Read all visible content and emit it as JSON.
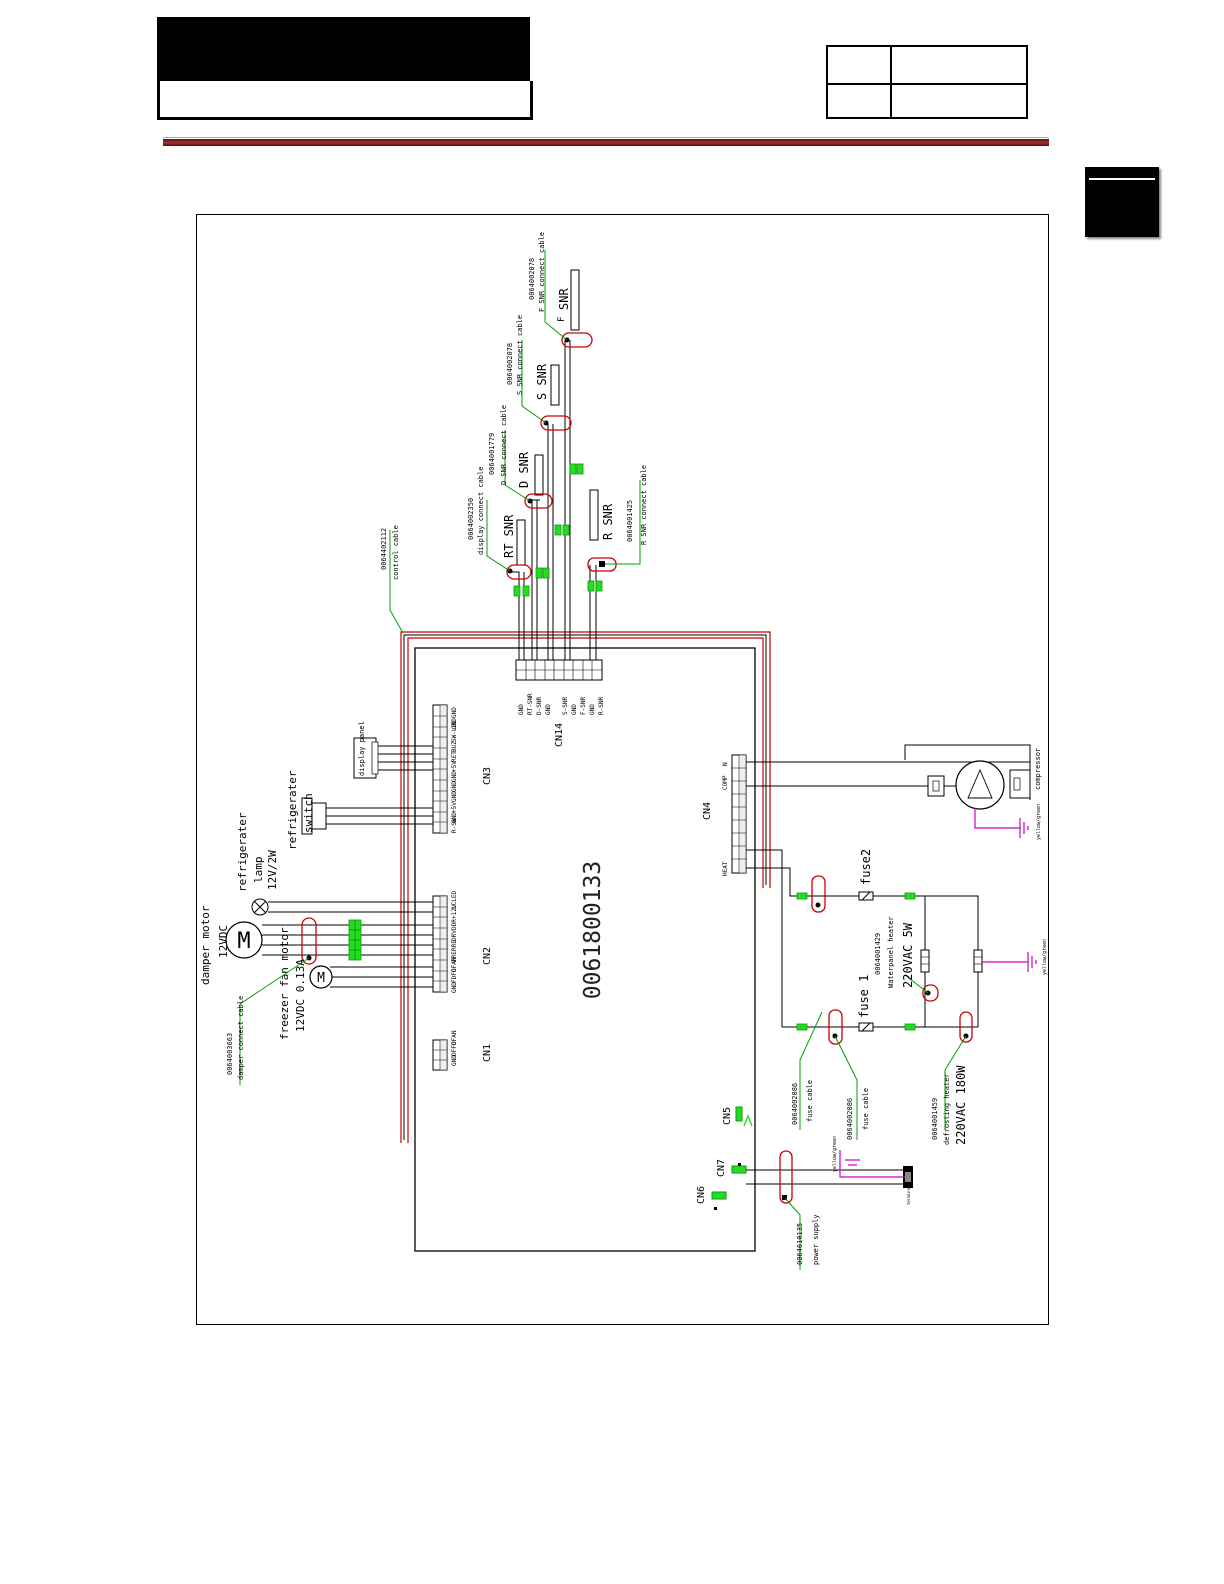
{
  "diagram": {
    "board_id": "0061800133",
    "connectors": {
      "cn1": "CN1",
      "cn2": "CN2",
      "cn3": "CN3",
      "cn4": "CN4",
      "cn5": "CN5",
      "cn6": "CN6",
      "cn7": "CN7",
      "cn14": "CN14"
    },
    "cn14_pins": [
      "GND",
      "RT-SNR",
      "D-SNR",
      "GND",
      "S-SNR",
      "GND",
      "F-SNR",
      "GND",
      "R-SNR"
    ],
    "cn3_pins": [
      "GND",
      "GND",
      "SW-LED",
      "BUZ",
      "RET",
      "+5V",
      "GND",
      "GND",
      "GND",
      "+5V",
      "GND",
      "R-SW"
    ],
    "cn2_pins": [
      "LCLED",
      "+12V",
      "DDR",
      "DRV",
      "RRE",
      "FRE",
      "DFAN",
      "FDFG",
      "GND"
    ],
    "cn1_pins": [
      "DFAN",
      "DFFG",
      "GND"
    ],
    "cn4_pins": [
      "N",
      "COMP",
      "",
      "",
      "",
      "",
      "",
      "",
      "HEAT"
    ],
    "components": {
      "rt_snr": "RT SNR",
      "d_snr": "D SNR",
      "s_snr": "S SNR",
      "f_snr": "SNR",
      "f_snr_prefix": "F",
      "r_snr": "R SNR",
      "display_panel": "display panel",
      "ref_switch_1": "refrigerater",
      "ref_switch_2": "switch",
      "ref_lamp_1": "refrigerater",
      "ref_lamp_2": "lamp",
      "ref_lamp_3": "12V/2W",
      "damper_1": "damper motor",
      "damper_2": "12VDC",
      "freezer_1": "freezer fan motor",
      "freezer_2": "12VDC  0.13A",
      "motor_symbol": "M",
      "compressor": "compressor",
      "fuse2": "fuse2",
      "fuse1": "fuse 1",
      "water_heater_code": "0064001429",
      "water_heater_name": "Waterpanel heater",
      "water_heater_rating": "220VAC 5W",
      "defrost_code": "0064001459",
      "defrost_name": "defrosting heater",
      "defrost_rating": "220VAC 180W",
      "yellow_green_1": "yellow/green",
      "yellow_green_2": "yellow/green",
      "yellow_green_3": "yellow/green",
      "terminal": "terminal"
    },
    "cables": {
      "control_code": "0064402112",
      "control_name": "control cable",
      "display_code": "0064002350",
      "display_name": "display connect cable",
      "d_code": "0064001779",
      "d_name": "D SNR connect cable",
      "s_code": "0064002078",
      "s_name": "S SNR connect cable",
      "f_code": "0064002078",
      "f_name": "F SNR connect cable",
      "r_code": "0064001425",
      "r_name": "R SNR connect cable",
      "damper_code": "0064003663",
      "damper_name": "damper connect cable",
      "fuse_a_code": "0064002086",
      "fuse_a_name": "fuse cable",
      "fuse_b_code": "0064002086",
      "fuse_b_name": "fuse cable",
      "power_code": "0064610135",
      "power_name": "power supply"
    }
  },
  "colors": {
    "wire": "#000000",
    "cable_mark": "#cc0000",
    "label_line": "#00a000",
    "connector_green": "#22dd22",
    "ground": "#cc00cc"
  }
}
